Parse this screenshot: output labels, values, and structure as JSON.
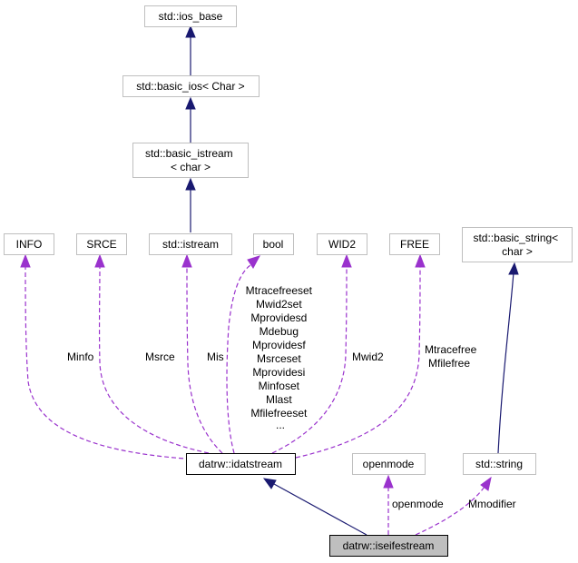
{
  "nodes": {
    "ios_base": "std::ios_base",
    "basic_ios": "std::basic_ios< Char >",
    "basic_istream": [
      "std::basic_istream",
      "< char >"
    ],
    "info": "INFO",
    "srce": "SRCE",
    "istream": "std::istream",
    "bool": "bool",
    "wid2": "WID2",
    "free": "FREE",
    "basic_string": [
      "std::basic_string<",
      "char >"
    ],
    "idatstream": "datrw::idatstream",
    "openmode": "openmode",
    "string": "std::string",
    "iseifestream": "datrw::iseifestream"
  },
  "edge_labels": {
    "minfo": "Minfo",
    "msrce": "Msrce",
    "mis": "Mis",
    "bool_members": [
      "Mtracefreeset",
      "Mwid2set",
      "Mprovidesd",
      "Mdebug",
      "Mprovidesf",
      "Msrceset",
      "Mprovidesi",
      "Minfoset",
      "Mlast",
      "Mfilefreeset",
      "..."
    ],
    "mwid2": "Mwid2",
    "free_members": [
      "Mtracefree",
      "Mfilefree"
    ],
    "openmode": "openmode",
    "mmodifier": "Mmodifier"
  },
  "colors": {
    "inheritance_edge": "#191970",
    "member_edge": "#9a32cd",
    "node_border": "#bfbfbf",
    "focus_fill": "#bfbfbf"
  }
}
